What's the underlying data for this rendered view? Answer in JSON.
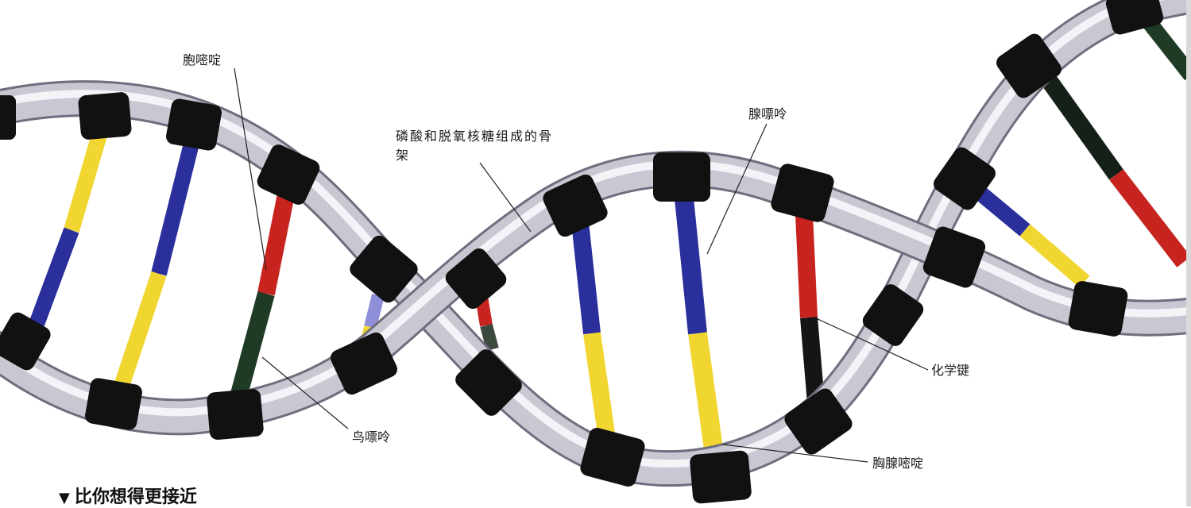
{
  "labels": {
    "cytosine": "胞嘧啶",
    "backbone": "磷酸和脱氧核糖组成的骨架",
    "adenine": "腺嘌呤",
    "guanine": "鸟嘌呤",
    "chemical_bond": "化学键",
    "thymine": "胸腺嘧啶"
  },
  "caption": {
    "marker": "▼",
    "text": "比你想得更接近"
  },
  "colors": {
    "tube": "#c9c7d2",
    "tube_highlight": "#f2f1f6",
    "clamp": "#111111",
    "yellow": "#f1d631",
    "blue": "#2b2f9c",
    "red": "#c7231f",
    "green": "#1f3a25"
  }
}
